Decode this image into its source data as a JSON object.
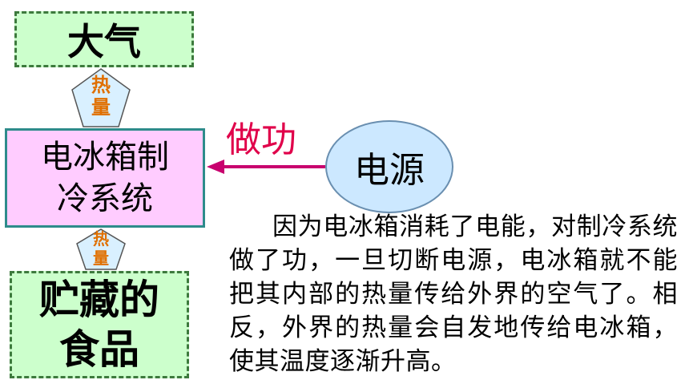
{
  "diagram": {
    "atmosphere": "大气",
    "fridge_system": {
      "line1": "电冰箱制",
      "line2": "冷系统"
    },
    "stored_food": {
      "line1": "贮藏的",
      "line2": "食品"
    },
    "heat_top": {
      "char1": "热",
      "char2": "量"
    },
    "heat_bottom": {
      "char1": "热",
      "char2": "量"
    },
    "power_source": "电源",
    "work_label": "做功"
  },
  "explanation": "因为电冰箱消耗了电能，对制冷系统做了功，一旦切断电源，电冰箱就不能把其内部的热量传给外界的空气了。相反，外界的热量会自发地传给电冰箱，使其温度逐渐升高。",
  "colors": {
    "green_fill": "#ccffcc",
    "pink_fill": "#ffccff",
    "blue_fill": "#cce8ff",
    "pentagon_fill": "#d9f0ff",
    "heat_text": "#e07000",
    "work_text": "#e0004a",
    "arrow": "#c8006e"
  }
}
